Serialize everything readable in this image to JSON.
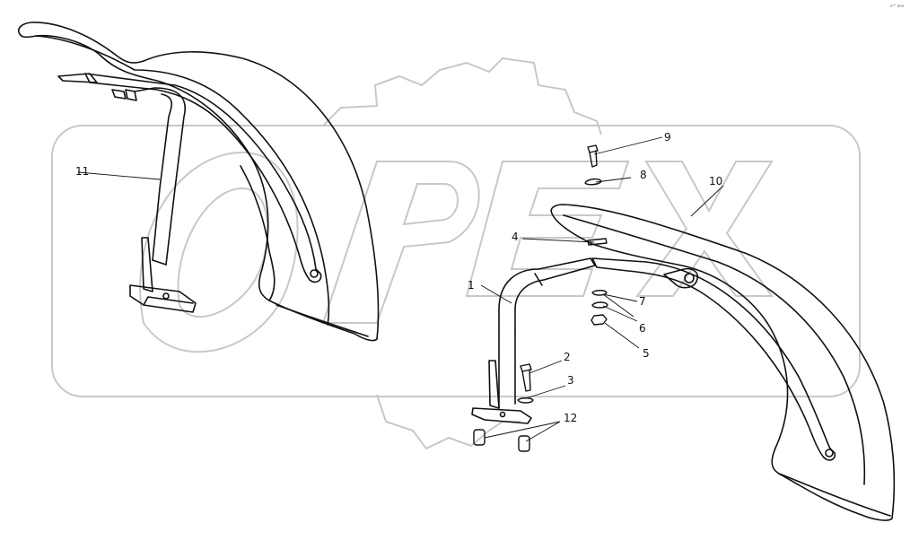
{
  "corner_mark": "e™ ann",
  "callouts": [
    {
      "id": "label-1",
      "text": "1"
    },
    {
      "id": "label-2",
      "text": "2"
    },
    {
      "id": "label-3",
      "text": "3"
    },
    {
      "id": "label-4",
      "text": "4"
    },
    {
      "id": "label-5",
      "text": "5"
    },
    {
      "id": "label-6",
      "text": "6"
    },
    {
      "id": "label-7",
      "text": "7"
    },
    {
      "id": "label-8",
      "text": "8"
    },
    {
      "id": "label-9",
      "text": "9"
    },
    {
      "id": "label-10",
      "text": "10"
    },
    {
      "id": "label-11",
      "text": "11"
    },
    {
      "id": "label-12",
      "text": "12"
    }
  ],
  "watermark": {
    "text": "OPEX",
    "color": "#c8c8c8"
  },
  "colors": {
    "line": "#111111",
    "watermark": "#c8c8c8"
  }
}
